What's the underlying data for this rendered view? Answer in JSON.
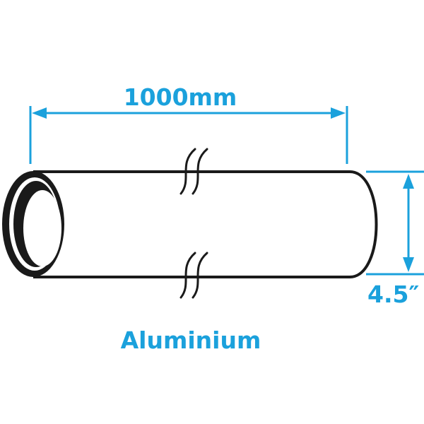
{
  "dimensions": {
    "length_label": "1000mm",
    "diameter_label": "4.5″"
  },
  "material": {
    "label": "Aluminium"
  },
  "colors": {
    "accent": "#1ba1dc",
    "outline": "#1a1a1a",
    "background": "#ffffff"
  }
}
